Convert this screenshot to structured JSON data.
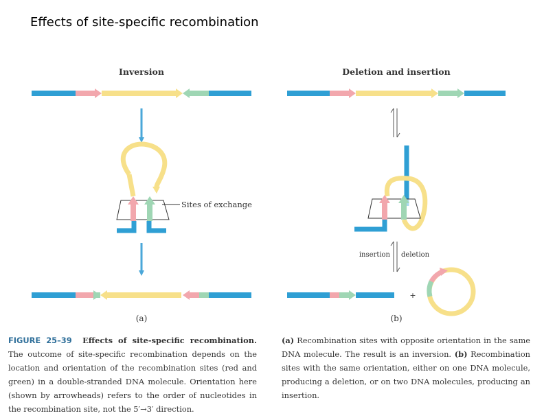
{
  "slide": {
    "title": "Effects of site-specific recombination"
  },
  "panel_a": {
    "heading": "Inversion",
    "callout": "Sites of exchange",
    "label": "(a)"
  },
  "panel_b": {
    "heading": "Deletion and insertion",
    "insertion_label": "insertion",
    "deletion_label": "deletion",
    "plus": "+",
    "label": "(b)"
  },
  "colors": {
    "dna": "#2f9fd4",
    "site_red": "#f2a7ad",
    "site_green": "#9fd6b4",
    "segment_yellow": "#f7e08a",
    "arrow_blue": "#4aa7d9"
  },
  "caption": {
    "figure_label": "FIGURE 25–39",
    "figure_title": "Effects of site-specific recombination.",
    "left_text": " The outcome of site-specific recombination depends on the location and orientation of the recombination sites (red and green) in a double-stranded DNA molecule. Orientation here (shown by arrowheads) refers to the order of nucleotides in the recombination site, not the 5′→3′ direction.",
    "a_marker": "(a)",
    "a_text": " Recombination sites with opposite orientation in the same DNA molecule. The result is an inversion. ",
    "b_marker": "(b)",
    "b_text": " Recombination sites with the same orientation, either on one DNA molecule, producing a deletion, or on two DNA molecules, producing an insertion."
  }
}
